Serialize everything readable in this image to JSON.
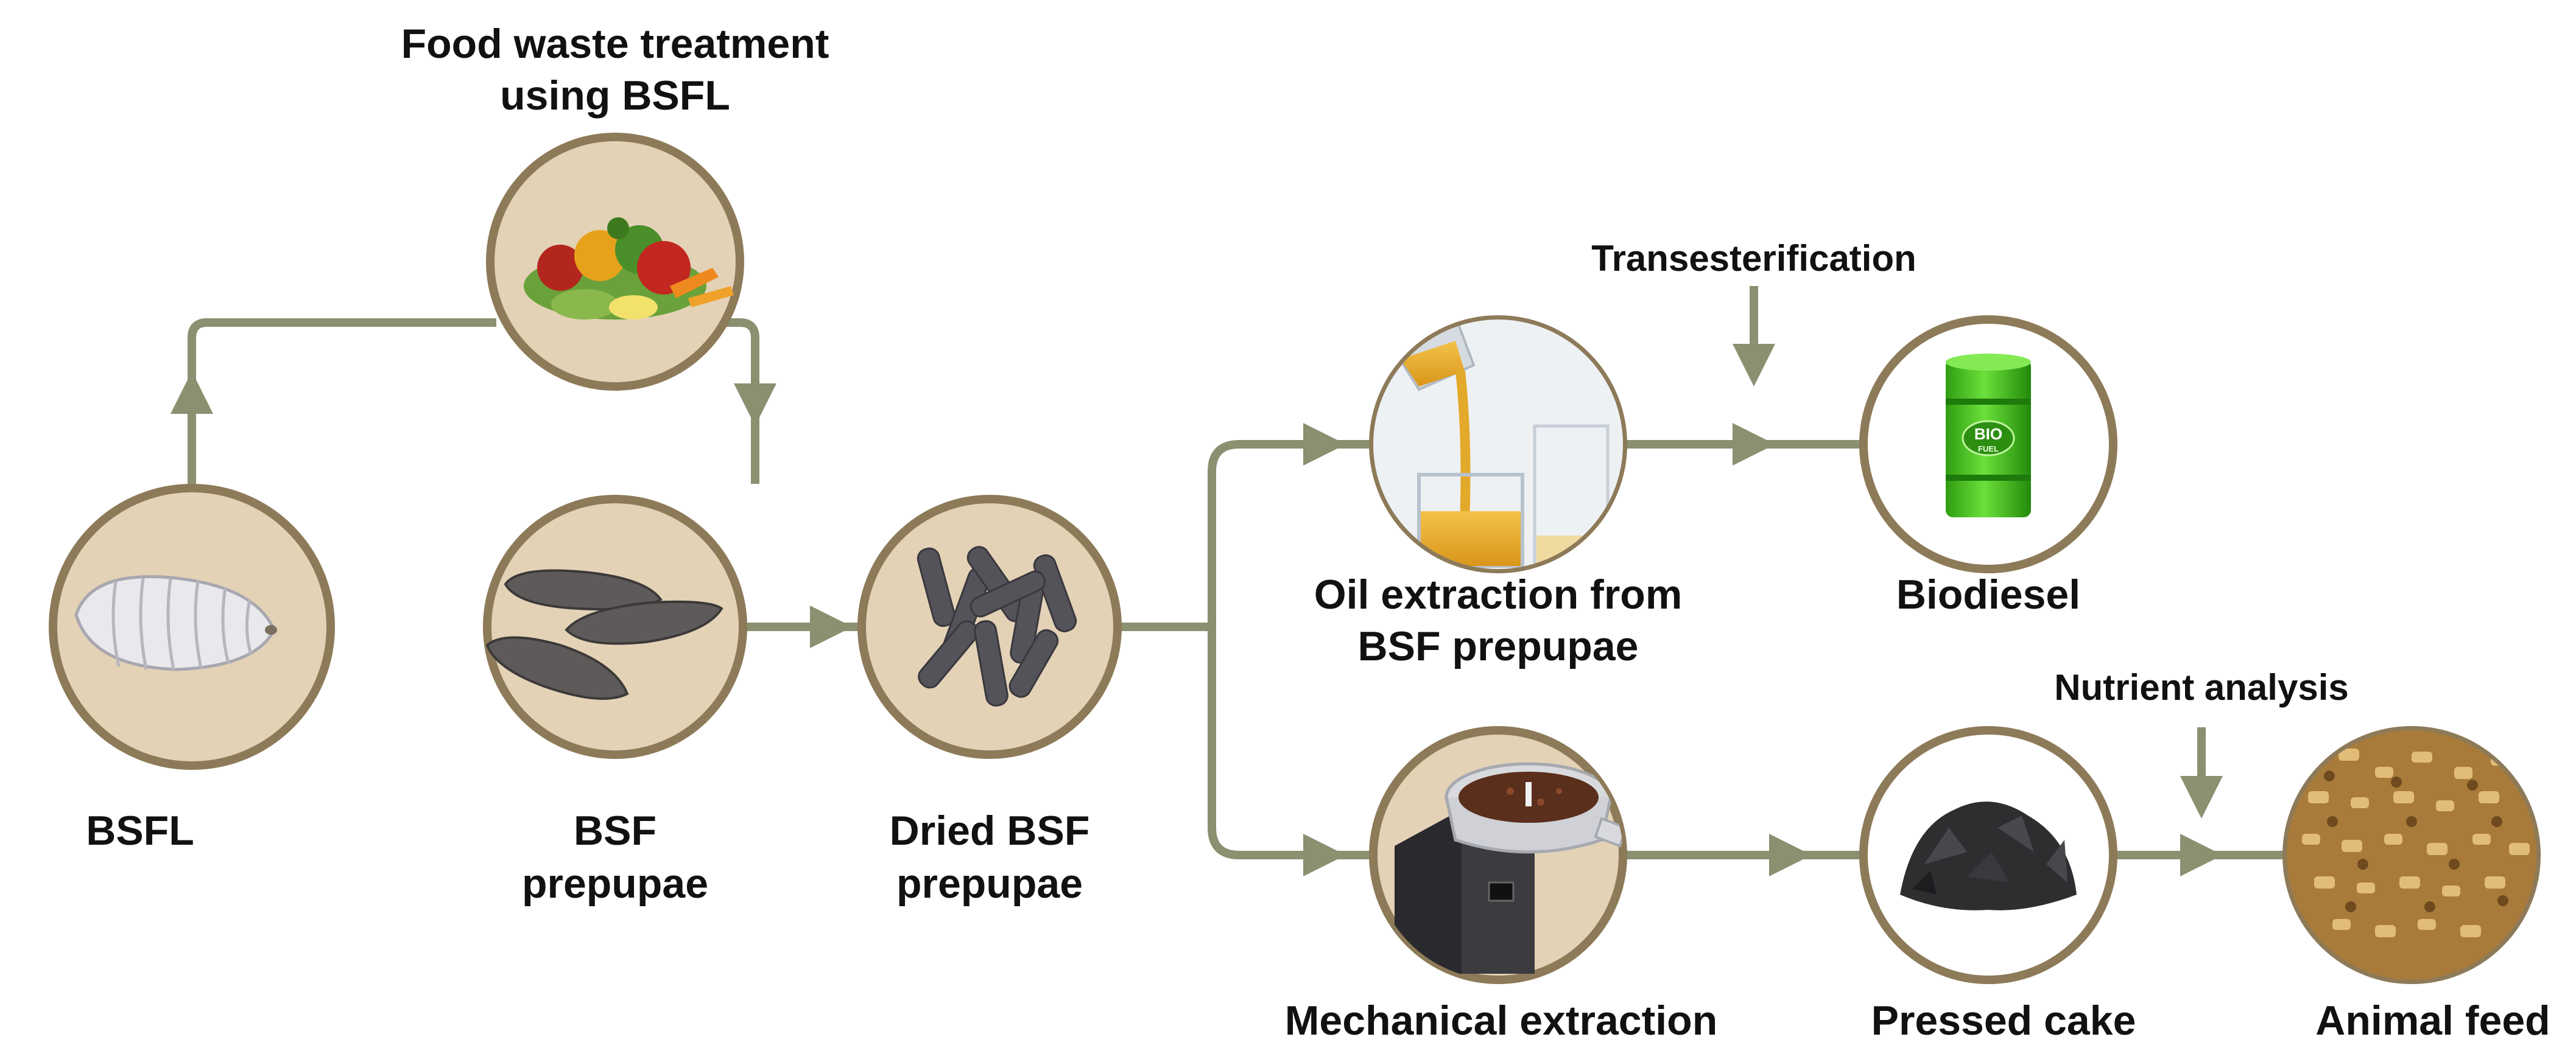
{
  "colors": {
    "connector": "#8a9070",
    "node_fill": "#e3d2b6",
    "node_stroke": "#8d7a58"
  },
  "labels": {
    "food_waste_line1": "Food waste treatment",
    "food_waste_line2": "using BSFL",
    "bsfl": "BSFL",
    "bsf_prepupae_line1": "BSF",
    "bsf_prepupae_line2": "prepupae",
    "dried_line1": "Dried BSF",
    "dried_line2": "prepupae",
    "oil_line1": "Oil extraction from",
    "oil_line2": "BSF prepupae",
    "biodiesel": "Biodiesel",
    "mechanical": "Mechanical extraction",
    "pressed_cake": "Pressed cake",
    "animal_feed": "Animal feed",
    "transesterification": "Transesterification",
    "nutrient_analysis": "Nutrient analysis",
    "bio_drum_text": "BIO",
    "bio_drum_subtext": "FUEL"
  },
  "icons": {
    "food_waste": "vegetables-icon",
    "bsfl": "larva-icon",
    "bsf_prepupae": "prepupae-icon",
    "dried": "dried-larvae-icon",
    "oil": "oil-pour-beaker-icon",
    "biodiesel": "biofuel-drum-icon",
    "mechanical": "oil-press-machine-icon",
    "pressed_cake": "pressed-cake-icon",
    "animal_feed": "feed-pellets-icon"
  }
}
